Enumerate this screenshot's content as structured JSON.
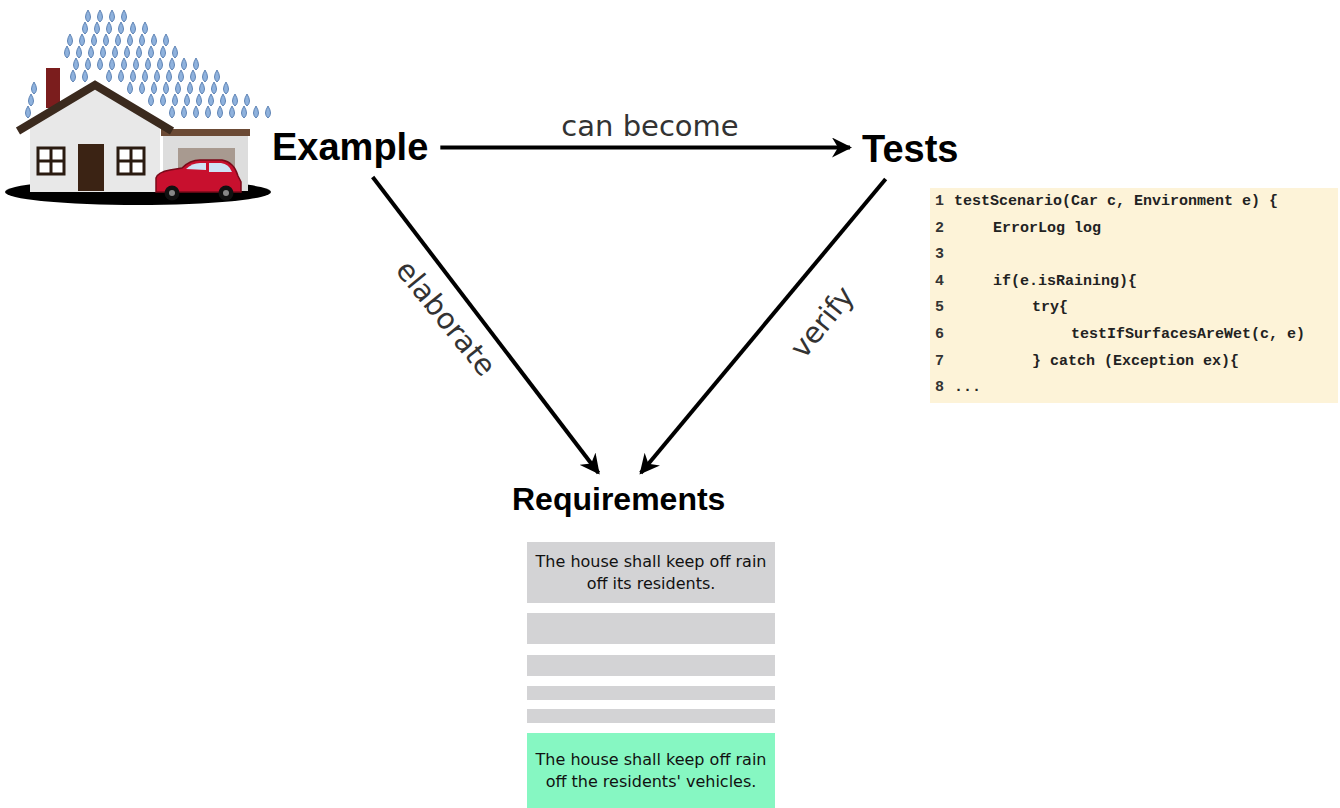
{
  "diagram": {
    "nodes": [
      {
        "text": [
          "Example"
        ]
      },
      {
        "text": [
          "Tests"
        ]
      },
      {
        "text": [
          "1",
          "testScenario(Car c, Environment e) {",
          "2",
          "ErrorLog log",
          "3",
          "4",
          "if(e.isRaining){",
          "5",
          "try{",
          "6",
          "testIfSurfacesAreWet(c, e)",
          "7",
          "} catch (Exception ex){",
          "8",
          "..."
        ]
      },
      {
        "text": [
          "Requirements"
        ]
      },
      {
        "text": [
          "The house shall keep off rain off its residents."
        ]
      },
      {
        "text": [
          "The house shall keep off rain off the residents' vehicles."
        ]
      }
    ],
    "edges": [
      {
        "from": 0,
        "to": 1,
        "arrow": "to",
        "label": "can become"
      },
      {
        "from": 0,
        "to": 3,
        "arrow": "to",
        "label": "elaborate"
      },
      {
        "from": 1,
        "to": 3,
        "arrow": "to",
        "label": "verify"
      }
    ]
  }
}
